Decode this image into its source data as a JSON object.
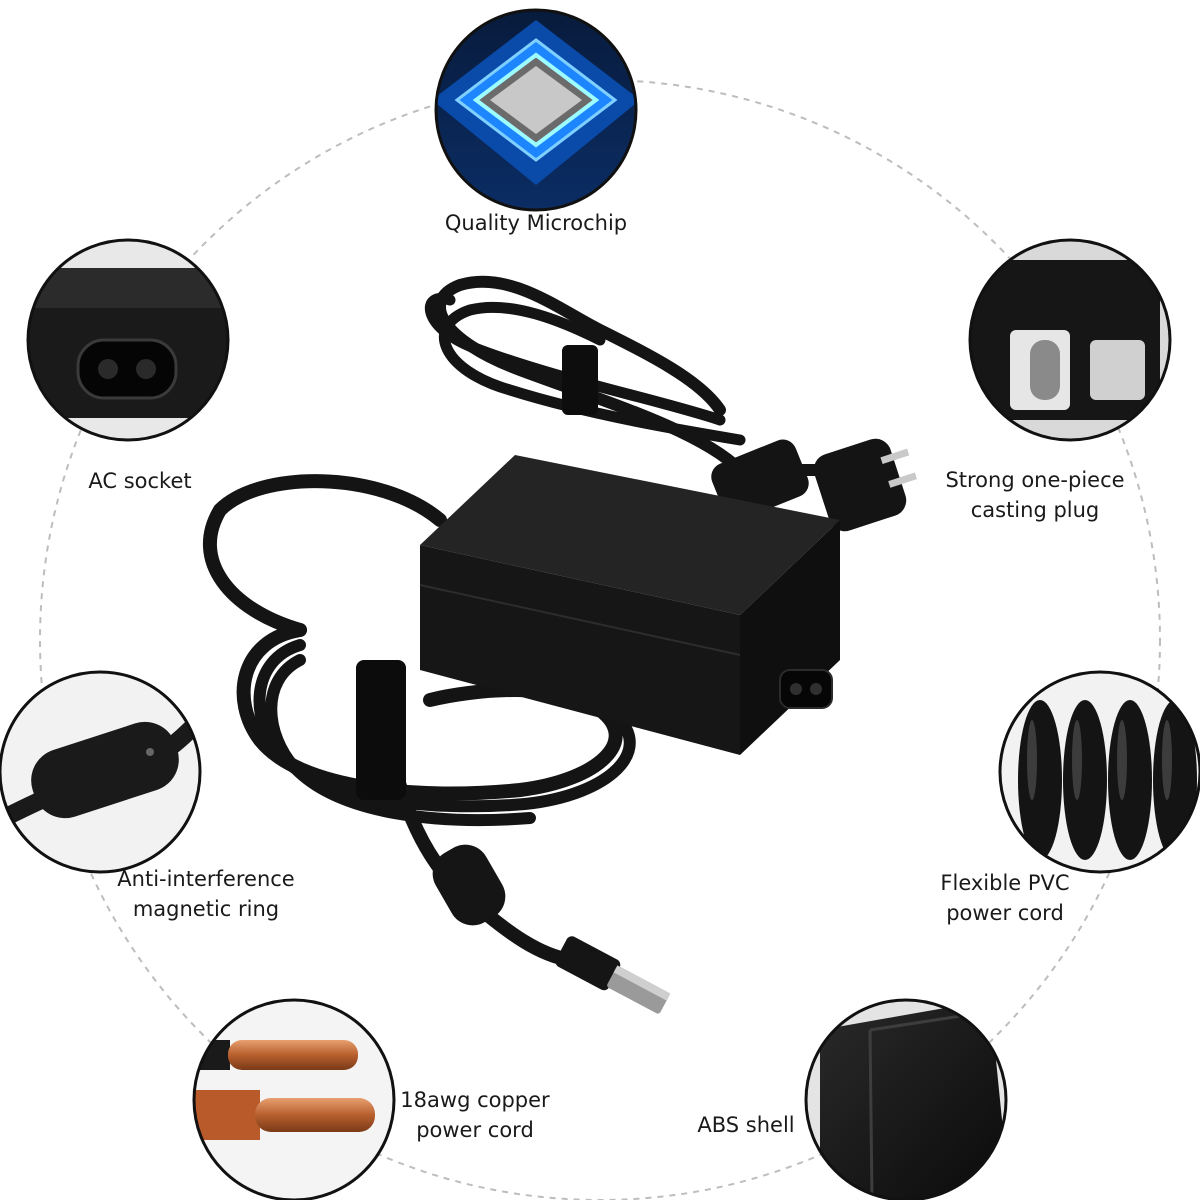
{
  "features": {
    "microchip": {
      "lines": [
        "Quality Microchip"
      ]
    },
    "ac_socket": {
      "lines": [
        "AC socket"
      ]
    },
    "casting_plug": {
      "lines": [
        "Strong one-piece",
        "casting plug"
      ]
    },
    "magnetic_ring": {
      "lines": [
        "Anti-interference",
        "magnetic ring"
      ]
    },
    "pvc_cord": {
      "lines": [
        "Flexible PVC",
        "power cord"
      ]
    },
    "copper_cord": {
      "lines": [
        "18awg copper",
        "power cord"
      ]
    },
    "abs_shell": {
      "lines": [
        "ABS shell"
      ]
    }
  },
  "colors": {
    "background": "#ffffff",
    "product_black": "#121212",
    "ring_dash": "#bdbdbd",
    "chip_glow": "#25a7ff",
    "copper": "#c8703e"
  }
}
